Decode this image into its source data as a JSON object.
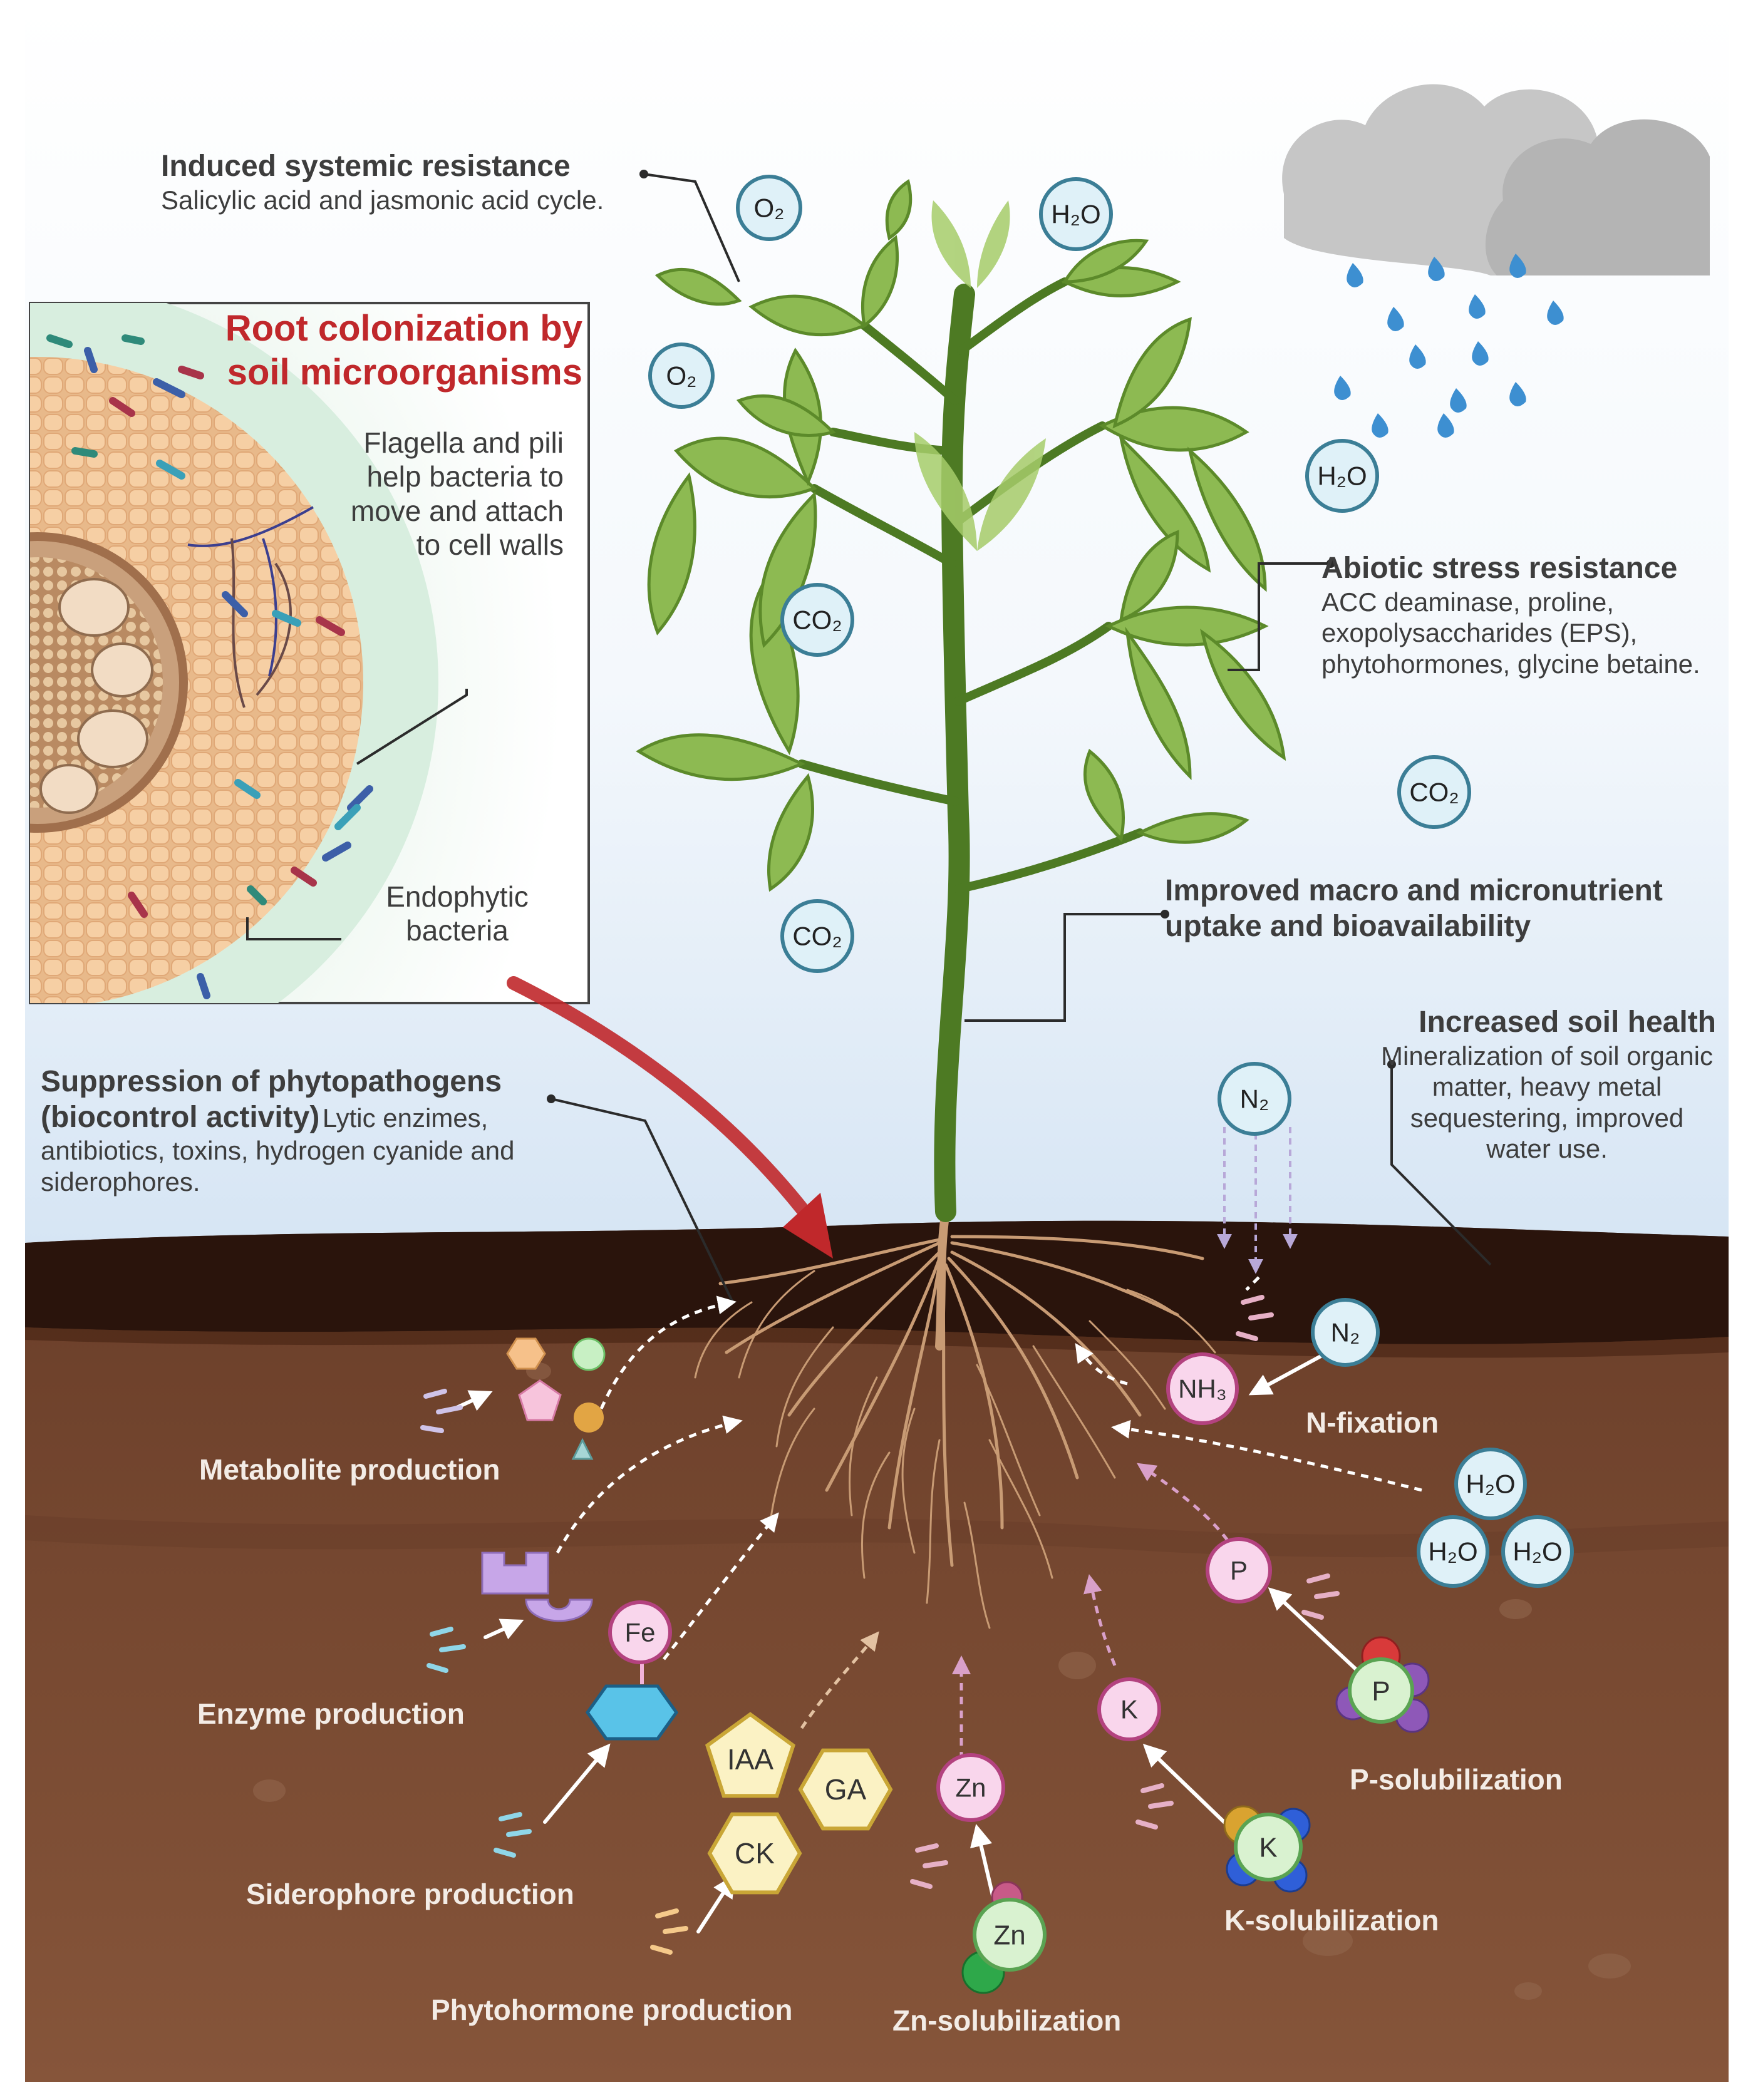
{
  "colors": {
    "sky_top": "#ffffff",
    "sky_bottom": "#dbe8f5",
    "soil_top": "#2a140c",
    "soil_mid": "#6b3f2b",
    "soil_bottom": "#845339",
    "leaf": "#8dba52",
    "leaf_dark": "#5c8a2a",
    "stem": "#4d7a23",
    "root": "#c89b74",
    "bubble_fill": "#dff1f8",
    "bubble_stroke": "#3b7e96",
    "pink_fill": "#f9d6ec",
    "pink_stroke": "#b3427f",
    "hormone_fill": "#fbf2c4",
    "hormone_stroke": "#c9a636",
    "accent_red": "#c0282b",
    "cloud": "#c9c9c9",
    "rain": "#3d8fd1"
  },
  "labels": {
    "induced_title": "Induced systemic resistance",
    "induced_desc": "Salicylic acid and jasmonic acid cycle.",
    "root_colonization_title": "Root colonization by soil microorganisms",
    "flagella_text": "Flagella and pili help bacteria to move and attach to cell walls",
    "endophytic_text": "Endophytic bacteria",
    "abiotic_title": "Abiotic stress resistance",
    "abiotic_desc": "ACC deaminase, proline, exopolysaccharides (EPS), phytohormones, glycine betaine.",
    "macro_title": "Improved macro and micronutrient uptake and bioavailability",
    "soil_health_title": "Increased soil health",
    "soil_health_desc": "Mineralization of soil organic matter, heavy metal sequestering, improved water use.",
    "suppression_title": "Suppression of phytopathogens (biocontrol activity)",
    "suppression_desc": "Lytic enzimes, antibiotics, toxins, hydrogen cyanide and siderophores.",
    "metabolite": "Metabolite production",
    "enzyme": "Enzyme production",
    "siderophore": "Siderophore production",
    "phytohormone": "Phytohormone production",
    "zn_sol": "Zn-solubilization",
    "k_sol": "K-solubilization",
    "p_sol": "P-solubilization",
    "n_fix": "N-fixation"
  },
  "molecules": {
    "o2": "O₂",
    "h2o": "H₂O",
    "co2": "CO₂",
    "n2": "N₂",
    "nh3": "NH₃",
    "p": "P",
    "k": "K",
    "zn": "Zn",
    "fe": "Fe",
    "iaa": "IAA",
    "ga": "GA",
    "ck": "CK"
  }
}
